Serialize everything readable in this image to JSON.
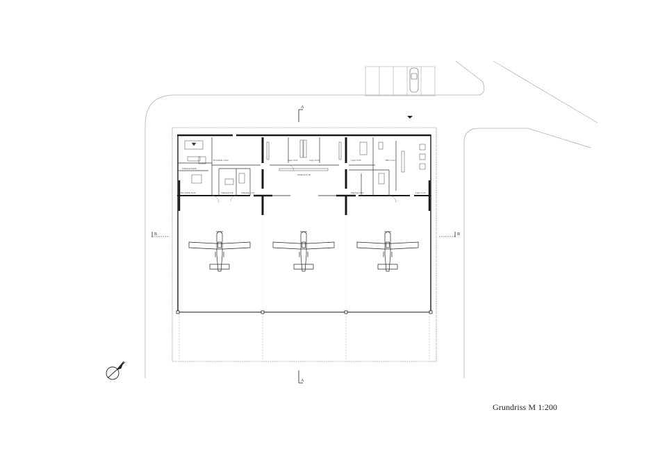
{
  "title": "Grundriss M 1:200",
  "sections": {
    "a_top": "A",
    "a_bottom": "A",
    "b_left": "B",
    "b_right": "B"
  },
  "rooms": [
    "Pilotenbüro 14 m²",
    "Lager 16 m²",
    "Lager 16 m²",
    "Werkstatt 61 m²",
    "Lager 15 m²",
    "Büro 31 m²",
    "Flur Sanitär 19 m²",
    "Umkleide/Sanitär",
    "Umkleide 8 m²",
    "Umkleide 15 m²",
    "Empfang 16 m²",
    "Lager 11 m²"
  ]
}
